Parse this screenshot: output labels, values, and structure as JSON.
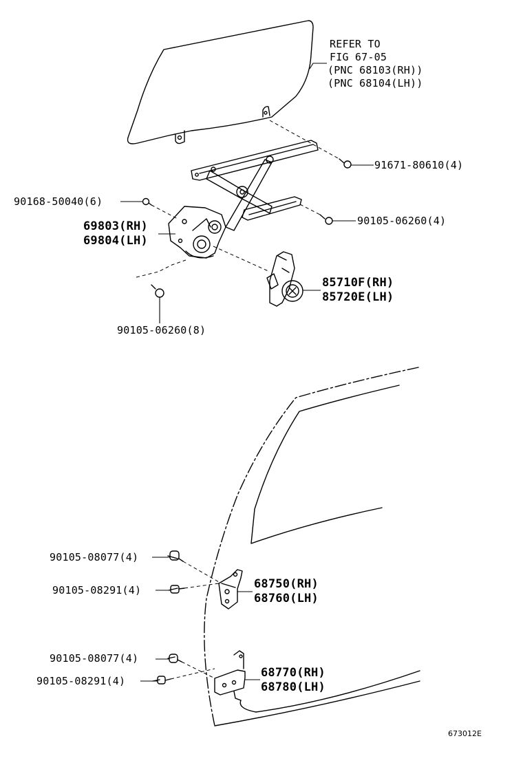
{
  "refer_note": [
    "REFER TO",
    "FIG 67-05",
    "(PNC 68103(RH))",
    "(PNC 68104(LH))"
  ],
  "parts": {
    "bolt_91671": "91671-80610(4)",
    "bolt_90168": "90168-50040(6)",
    "regulator": [
      "69803(RH)",
      "69804(LH)"
    ],
    "bolt_90105_06260_4": "90105-06260(4)",
    "motor": [
      "85710F(RH)",
      "85720E(LH)"
    ],
    "bolt_90105_06260_8": "90105-06260(8)",
    "bolt_08077_upper": "90105-08077(4)",
    "bolt_08291_upper": "90105-08291(4)",
    "upper_hinge": [
      "68750(RH)",
      "68760(LH)"
    ],
    "bolt_08077_lower": "90105-08077(4)",
    "bolt_08291_lower": "90105-08291(4)",
    "lower_hinge": [
      "68770(RH)",
      "68780(LH)"
    ]
  },
  "figure_id": "673012E"
}
